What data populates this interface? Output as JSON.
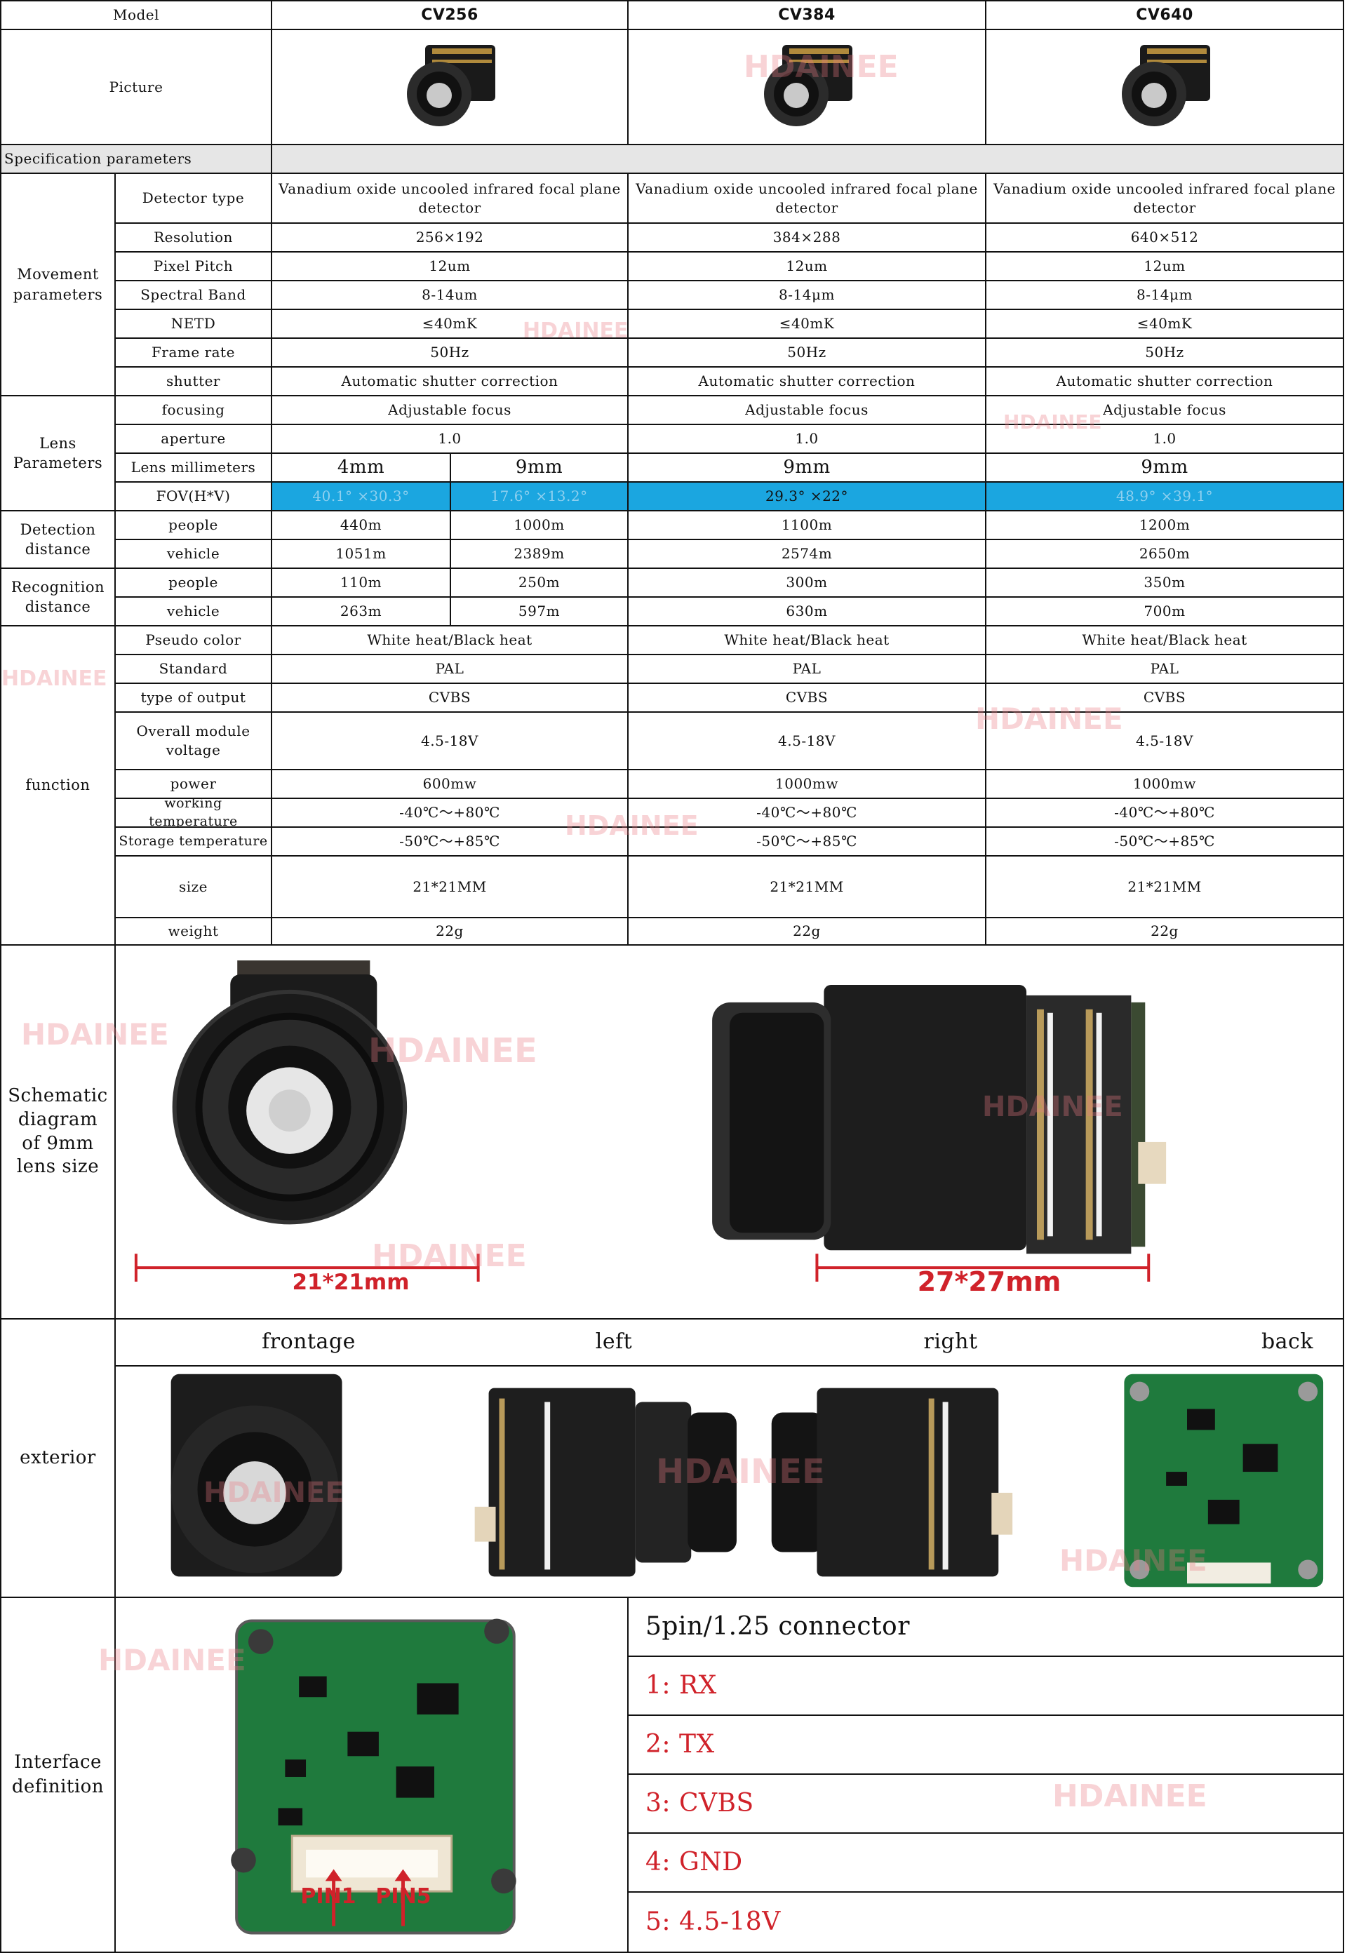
{
  "header": {
    "model_label": "Model",
    "models": [
      "CV256",
      "CV384",
      "CV640"
    ]
  },
  "picture_label": "Picture",
  "spec_section": "Specification parameters",
  "groups": {
    "movement": "Movement parameters",
    "lens": "Lens Parameters",
    "detection": "Detection distance",
    "recognition": "Recognition distance",
    "function": "function",
    "schematic": "Schematic diagram of 9mm lens size",
    "exterior": "exterior",
    "interface": "Interface definition"
  },
  "rows": {
    "detector_type": {
      "label": "Detector type",
      "values": [
        "Vanadium oxide uncooled infrared focal plane detector",
        "Vanadium oxide uncooled infrared focal plane detector",
        "Vanadium oxide uncooled infrared focal plane detector"
      ]
    },
    "resolution": {
      "label": "Resolution",
      "values": [
        "256×192",
        "384×288",
        "640×512"
      ]
    },
    "pixel_pitch": {
      "label": "Pixel Pitch",
      "values": [
        "12um",
        "12um",
        "12um"
      ]
    },
    "spectral_band": {
      "label": "Spectral Band",
      "values": [
        "8-14um",
        "8-14μm",
        "8-14μm"
      ]
    },
    "netd": {
      "label": "NETD",
      "values": [
        "≤40mK",
        "≤40mK",
        "≤40mK"
      ]
    },
    "frame_rate": {
      "label": "Frame rate",
      "values": [
        "50Hz",
        "50Hz",
        "50Hz"
      ]
    },
    "shutter": {
      "label": "shutter",
      "values": [
        "Automatic shutter correction",
        "Automatic shutter correction",
        "Automatic shutter correction"
      ]
    },
    "focusing": {
      "label": "focusing",
      "values": [
        "Adjustable focus",
        "Adjustable focus",
        "Adjustable focus"
      ]
    },
    "aperture": {
      "label": "aperture",
      "values": [
        "1.0",
        "1.0",
        "1.0"
      ]
    },
    "lens_mm": {
      "label": "Lens millimeters",
      "values": [
        "4mm",
        "9mm",
        "9mm",
        "9mm"
      ]
    },
    "fov": {
      "label": "FOV(H*V)",
      "values": [
        "40.1° ×30.3°",
        "17.6° ×13.2°",
        "29.3° ×22°",
        "48.9° ×39.1°"
      ]
    },
    "det_people": {
      "label": "people",
      "values": [
        "440m",
        "1000m",
        "1100m",
        "1200m"
      ]
    },
    "det_vehicle": {
      "label": "vehicle",
      "values": [
        "1051m",
        "2389m",
        "2574m",
        "2650m"
      ]
    },
    "rec_people": {
      "label": "people",
      "values": [
        "110m",
        "250m",
        "300m",
        "350m"
      ]
    },
    "rec_vehicle": {
      "label": "vehicle",
      "values": [
        "263m",
        "597m",
        "630m",
        "700m"
      ]
    },
    "pseudo_color": {
      "label": "Pseudo color",
      "values": [
        "White heat/Black heat",
        "White heat/Black heat",
        "White heat/Black heat"
      ]
    },
    "standard": {
      "label": "Standard",
      "values": [
        "PAL",
        "PAL",
        "PAL"
      ]
    },
    "output": {
      "label": "type of output",
      "values": [
        "CVBS",
        "CVBS",
        "CVBS"
      ]
    },
    "voltage": {
      "label": "Overall module voltage",
      "values": [
        "4.5-18V",
        "4.5-18V",
        "4.5-18V"
      ]
    },
    "power": {
      "label": "power",
      "values": [
        "600mw",
        "1000mw",
        "1000mw"
      ]
    },
    "work_temp": {
      "label": "working temperature",
      "values": [
        "-40℃～+80℃",
        "-40℃～+80℃",
        "-40℃～+80℃"
      ]
    },
    "storage_temp": {
      "label": "Storage temperature",
      "values": [
        "-50℃～+85℃",
        "-50℃～+85℃",
        "-50℃～+85℃"
      ]
    },
    "size": {
      "label": "size",
      "values": [
        "21*21MM",
        "21*21MM",
        "21*21MM"
      ]
    },
    "weight": {
      "label": "weight",
      "values": [
        "22g",
        "22g",
        "22g"
      ]
    }
  },
  "schematic": {
    "front_dim": "21*21mm",
    "side_dim": "27*27mm"
  },
  "exterior_views": [
    "frontage",
    "left",
    "right",
    "back"
  ],
  "interface": {
    "connector": "5pin/1.25 connector",
    "pins": [
      "1: RX",
      "2: TX",
      "3: CVBS",
      "4: GND",
      "5: 4.5-18V"
    ],
    "pin_labels": [
      "PIN1",
      "PIN5"
    ]
  },
  "watermark": "HDAINEE",
  "colors": {
    "fov_highlight": "#1ba6e0",
    "spec_section_bg": "#e6e6e6",
    "dimension_red": "#d0222a",
    "pcb_green": "#1f7a3d",
    "watermark_pink": "#eb7882"
  }
}
